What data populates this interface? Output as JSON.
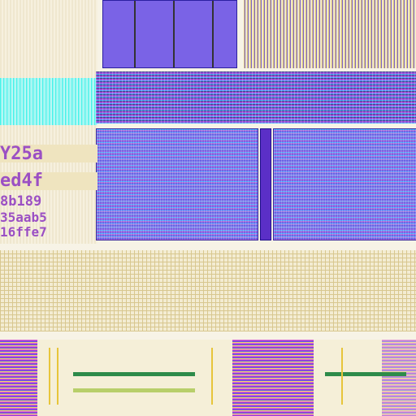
{
  "labels": {
    "line1": "Y25a",
    "line2": "ed4f",
    "line3": "8b189",
    "line4": "35aab5",
    "line5": "16ffe7"
  },
  "colors": {
    "label_text": "#9b4fc4",
    "macro_purple": "#9f5be0",
    "macro_blue": "#4f69e8",
    "teal": "#3ff2e8",
    "green_bar": "#2e8b4a",
    "background": "#f7f3e6"
  }
}
